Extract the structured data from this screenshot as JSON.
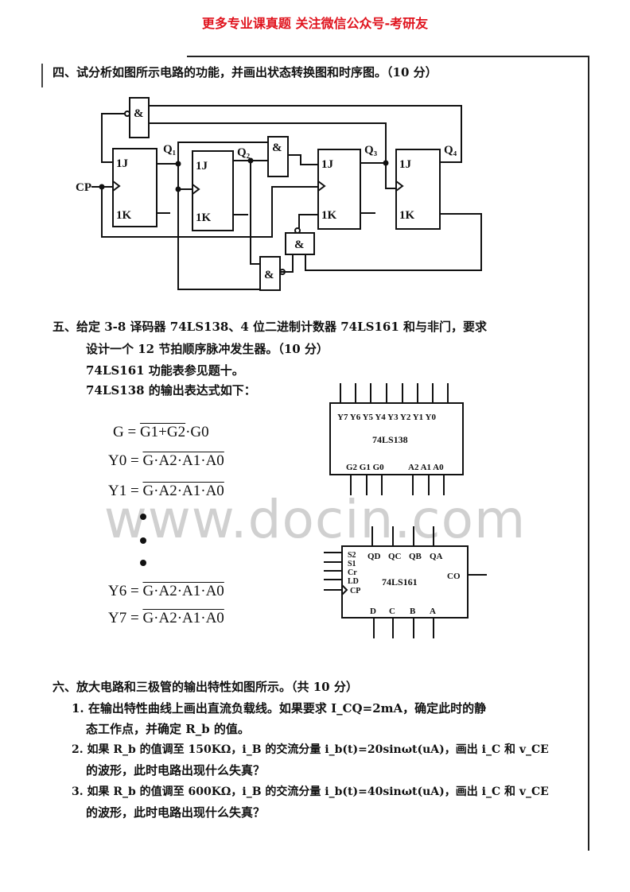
{
  "header_banner": "更多专业课真题 关注微信公众号-考研友",
  "q4": {
    "title": "四、试分析如图所示电路的功能，并画出状态转换图和时序图。（10 分）",
    "circuit": {
      "cp": "CP",
      "q1": "Q₁",
      "q2": "Q₂",
      "q3": "Q₃",
      "q4": "Q₄",
      "j": "1J",
      "k": "1K",
      "and": "&"
    }
  },
  "q5": {
    "line1": "五、给定 3-8 译码器 74LS138、4 位二进制计数器 74LS161 和与非门，要求",
    "line2": "设计一个 12 节拍顺序脉冲发生器。（10 分）",
    "line3": "74LS161 功能表参见题十。",
    "line4": "74LS138 的输出表达式如下：",
    "eq": {
      "g_lhs": "G = ",
      "g_bar": "G1+G2",
      "g_rest": "·G0",
      "y0_lhs": "Y0 = ",
      "y0_bar": "G·A2·A1·A0",
      "y1_lhs": "Y1 = ",
      "y1_bar": "G·A2·A1·A0",
      "y6_lhs": "Y6 = ",
      "y6_bar": "G·A2·A1·A0",
      "y7_lhs": "Y7 = ",
      "y7_bar": "G·A2·A1·A0"
    },
    "chip138": {
      "name": "74LS138",
      "outputs": "Y7 Y6 Y5 Y4 Y3 Y2 Y1 Y0",
      "inputs_g": "G2 G1 G0",
      "inputs_a": "A2 A1 A0"
    },
    "chip161": {
      "name": "74LS161",
      "pins_left": [
        "S2",
        "S1",
        "Cr",
        "LD",
        "CP"
      ],
      "outputs": [
        "QD",
        "QC",
        "QB",
        "QA"
      ],
      "co": "CO",
      "inputs": [
        "D",
        "C",
        "B",
        "A"
      ]
    }
  },
  "q6": {
    "title": "六、放大电路和三极管的输出特性如图所示。（共 10 分）",
    "p1a": "1. 在输出特性曲线上画出直流负载线。如果要求 I_CQ=2mA，确定此时的静",
    "p1b": "态工作点，并确定 R_b 的值。",
    "p2a": "2. 如果 R_b 的值调至 150KΩ，i_B 的交流分量 i_b(t)=20sinωt(uA)，画出 i_C 和 v_CE",
    "p2b": "的波形，此时电路出现什么失真？",
    "p3a": "3. 如果 R_b 的值调至 600KΩ，i_B 的交流分量 i_b(t)=40sinωt(uA)，画出 i_C 和 v_CE",
    "p3b": "的波形，此时电路出现什么失真？"
  },
  "watermark": "www.docin.com"
}
